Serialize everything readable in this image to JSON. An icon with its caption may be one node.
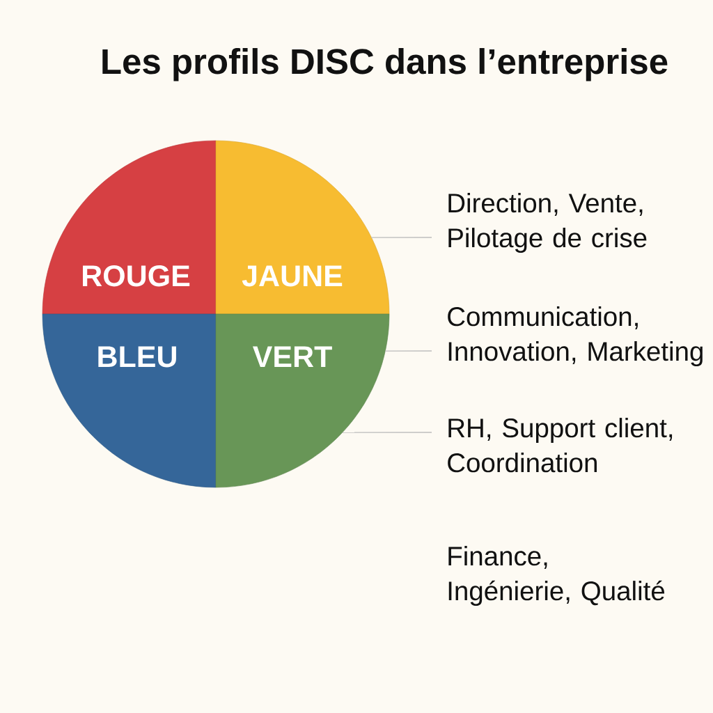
{
  "diagram": {
    "title": "Les profils DISC dans l’entreprise",
    "nodes": [
      {
        "text": [
          "ROUGE"
        ]
      },
      {
        "text": [
          "JAUNE"
        ]
      },
      {
        "text": [
          "BLEU"
        ]
      },
      {
        "text": [
          "VERT"
        ]
      },
      {
        "text": [
          "Direction, Vente, Pilotage de crise"
        ]
      },
      {
        "text": [
          "Communication, Innovation, Marketing"
        ]
      },
      {
        "text": [
          "RH, Support client, Coordination"
        ]
      },
      {
        "text": [
          "Finance, Ingénierie, Qualité"
        ]
      }
    ],
    "edges": [
      {
        "from": 4,
        "to": 1,
        "arrow": "none"
      },
      {
        "from": 5,
        "to": 3,
        "arrow": "none"
      },
      {
        "from": 6,
        "to": 3,
        "arrow": "none"
      }
    ]
  }
}
